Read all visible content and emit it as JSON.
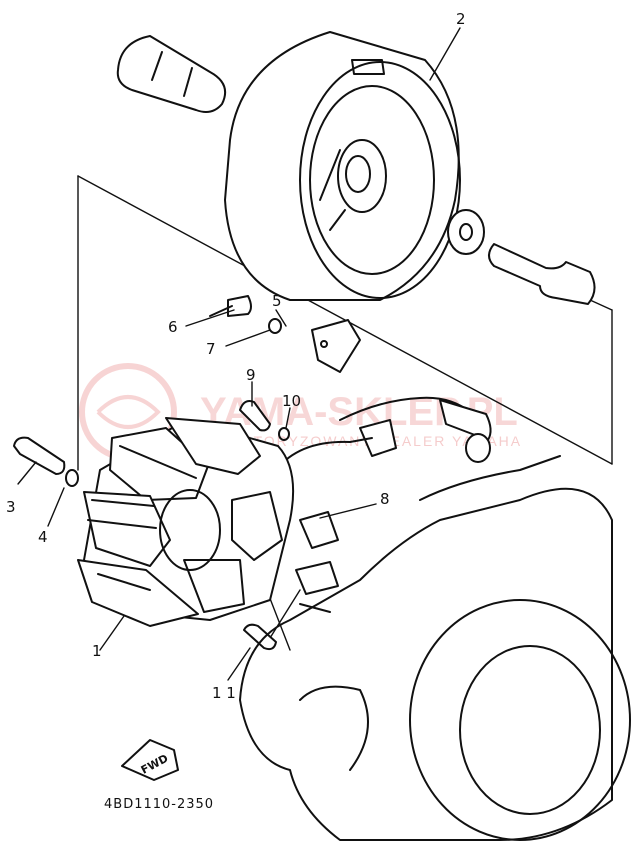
{
  "diagram": {
    "part_code": "4BD1110-2350",
    "fwd_label": "FWD",
    "watermark": {
      "main": "YAMA-SKLEP.PL",
      "sub": "AUTORYZOWANY DEALER YAMAHA"
    },
    "callouts": [
      {
        "id": "1",
        "label": "1"
      },
      {
        "id": "2",
        "label": "2"
      },
      {
        "id": "3",
        "label": "3"
      },
      {
        "id": "4",
        "label": "4"
      },
      {
        "id": "5",
        "label": "5"
      },
      {
        "id": "6",
        "label": "6"
      },
      {
        "id": "7",
        "label": "7"
      },
      {
        "id": "8",
        "label": "8"
      },
      {
        "id": "9",
        "label": "9"
      },
      {
        "id": "10",
        "label": "10"
      },
      {
        "id": "11",
        "label": "1 1"
      }
    ]
  }
}
